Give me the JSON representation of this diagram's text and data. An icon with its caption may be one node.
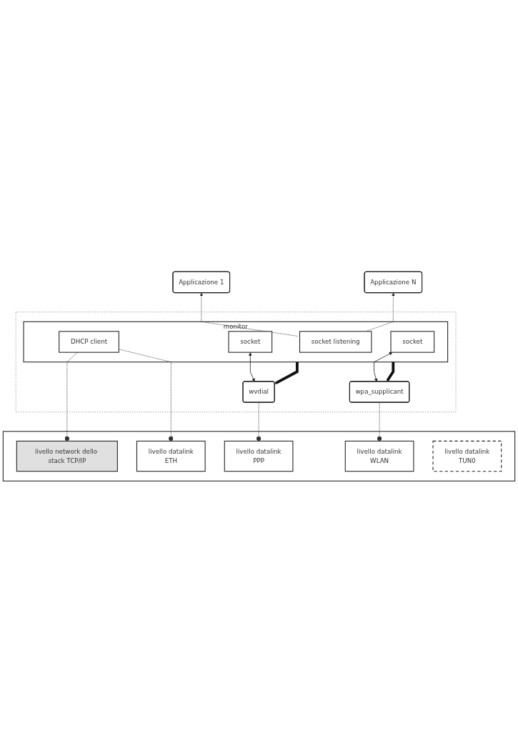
{
  "diagram": {
    "nodes": [
      {
        "text": [
          "Applicazione 1"
        ]
      },
      {
        "text": [
          "Applicazione N"
        ]
      },
      {
        "text": [],
        "shape": "box"
      },
      {
        "text": [
          "monitor"
        ],
        "in": 2
      },
      {
        "text": [
          "socket listening"
        ],
        "in": 3
      },
      {
        "text": [
          "DHCP client"
        ],
        "in": 3
      },
      {
        "text": [
          "socket"
        ],
        "in": 3
      },
      {
        "text": [
          "socket"
        ],
        "in": 3
      },
      {
        "text": [
          "wvdial"
        ],
        "in": 2
      },
      {
        "text": [
          "wpa_supplicant"
        ],
        "in": 2
      },
      {
        "text": [],
        "shape": "box"
      },
      {
        "text": [
          "livello network dello stack TCP/IP"
        ],
        "in": 10
      },
      {
        "text": [
          "livello datalink",
          "ETH"
        ],
        "in": 10
      },
      {
        "text": [
          "livello datalink",
          "PPP"
        ],
        "in": 10
      },
      {
        "text": [
          "livello datalink",
          "WLAN"
        ],
        "in": 10
      },
      {
        "text": [
          "livello datalink",
          "TUN0"
        ],
        "in": 10
      }
    ],
    "edges": [
      {
        "from": 4,
        "to": 0,
        "arrow": "to",
        "style": "dashed"
      },
      {
        "from": 4,
        "to": 1,
        "arrow": "to",
        "style": "dashed"
      },
      {
        "from": 3,
        "to": 8,
        "arrow": "to",
        "style": "thick"
      },
      {
        "from": 6,
        "to": 8,
        "arrow": "both"
      },
      {
        "from": 3,
        "to": 9,
        "arrow": "to",
        "style": "thick"
      },
      {
        "from": 7,
        "to": 9,
        "arrow": "both"
      },
      {
        "from": 5,
        "to": 11,
        "arrow": "other",
        "style": "dashed"
      },
      {
        "from": 5,
        "to": 12,
        "arrow": "other",
        "style": "dashed"
      },
      {
        "from": 8,
        "to": 13,
        "arrow": "other",
        "style": "dashed"
      },
      {
        "from": 9,
        "to": 14,
        "arrow": "other",
        "style": "dashed"
      }
    ]
  }
}
